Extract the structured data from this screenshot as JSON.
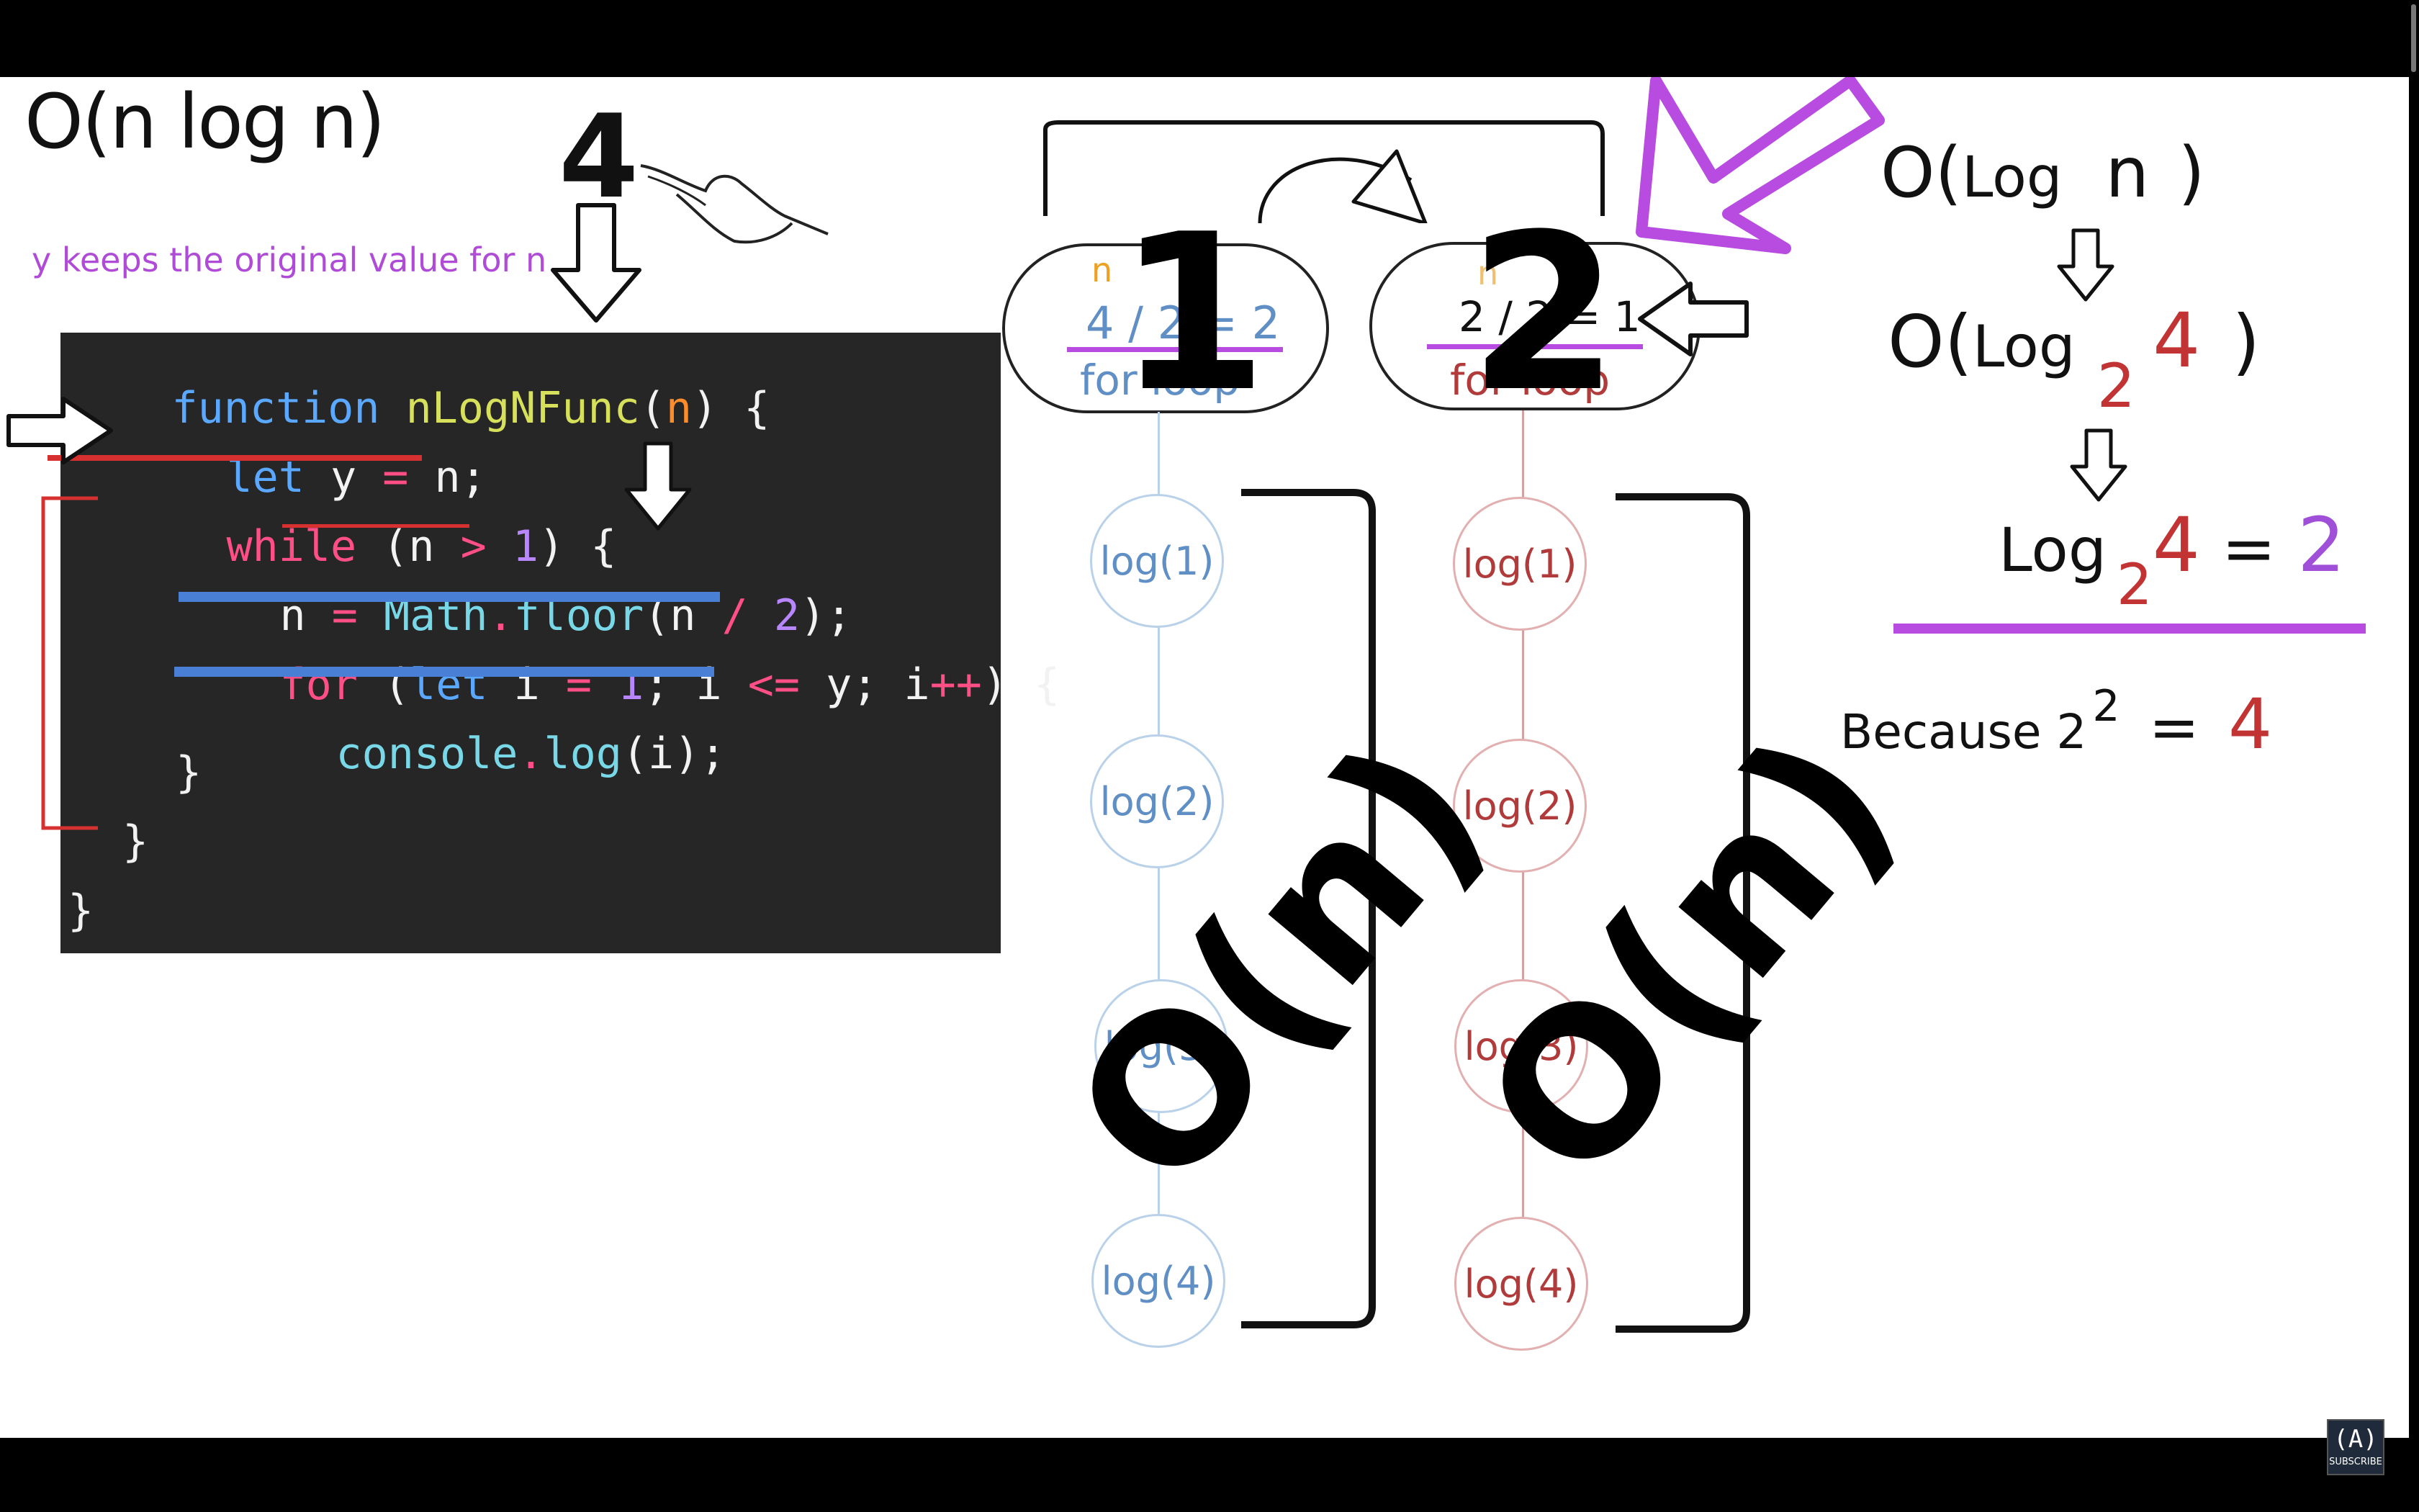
{
  "heading": "O(n log n)",
  "annotation": "y keeps the original value for n",
  "input_value": "4",
  "code": {
    "line1": {
      "kw": "function",
      "name": "nLogNFunc",
      "open": "(",
      "param": "n",
      "close": ") {"
    },
    "line2": {
      "kw": "let",
      "rest1": " y ",
      "op": "=",
      "rest2": " n;"
    },
    "line3": {
      "kw": "while",
      "p1": " (n ",
      "op": ">",
      "sp": " ",
      "num": "1",
      "p2": ") {"
    },
    "line4": {
      "a": "n ",
      "op": "=",
      "sp": " ",
      "obj": "Math",
      "dot": ".",
      "fn": "floor",
      "b": "(n ",
      "op2": "/",
      "sp2": " ",
      "num": "2",
      "c": ");"
    },
    "line5": {
      "kw": "for",
      "a": " (",
      "kw2": "let",
      "b": " i ",
      "op": "=",
      "sp": " ",
      "num": "1",
      "c": "; i ",
      "op2": "<=",
      "d": " y; i",
      "op3": "++",
      "e": ") {"
    },
    "line6": {
      "obj": "console",
      "dot": ".",
      "fn": "log",
      "rest": "(i);"
    },
    "line7": "}",
    "line8": "}",
    "line9": "}"
  },
  "iterations": [
    {
      "marker": "1",
      "n_label": "n",
      "equation": "4 / 2 = 2",
      "loop_label": "for loop",
      "complexity": "O(n)",
      "logs": [
        "log(1)",
        "log(2)",
        "log(3)",
        "log(4)"
      ]
    },
    {
      "marker": "2",
      "n_label": "n",
      "equation": "2 / 2 = 1",
      "loop_label": "for loop",
      "complexity": "O(n)",
      "logs": [
        "log(1)",
        "log(2)",
        "log(3)",
        "log(4)"
      ]
    }
  ],
  "formulas": {
    "o_log_n": {
      "prefix": "O(",
      "log": "Log",
      "var": "n",
      "suffix": ")"
    },
    "o_log2_4": {
      "prefix": "O(",
      "log": "Log",
      "base": "2",
      "arg": "4",
      "suffix": ")"
    },
    "log_eq": {
      "log": "Log",
      "base": "2",
      "arg": "4",
      "eq": "=",
      "result": "2"
    },
    "because": {
      "text": "Because 2",
      "exp": "2",
      "eq": "=",
      "result": "4"
    }
  },
  "subscribe": {
    "icon": "(A)",
    "label": "SUBSCRIBE"
  },
  "colors": {
    "code_bg": "#262626",
    "accent_purple": "#a050d8",
    "accent_red": "#c23434",
    "accent_blue": "#4a7fd6"
  }
}
